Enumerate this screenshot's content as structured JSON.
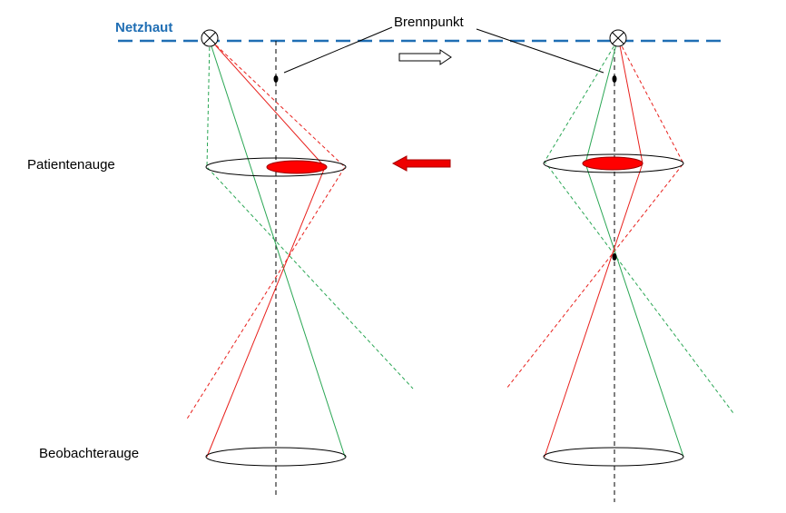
{
  "labels": {
    "retina": "Netzhaut",
    "focal_point": "Brennpunkt",
    "patient_eye": "Patientenauge",
    "observer_eye": "Beobachterauge"
  },
  "colors": {
    "retina": "#1f6eb4",
    "green_ray": "#2aa654",
    "red_ray": "#e8201c",
    "lens_fill": "#ff0000"
  }
}
